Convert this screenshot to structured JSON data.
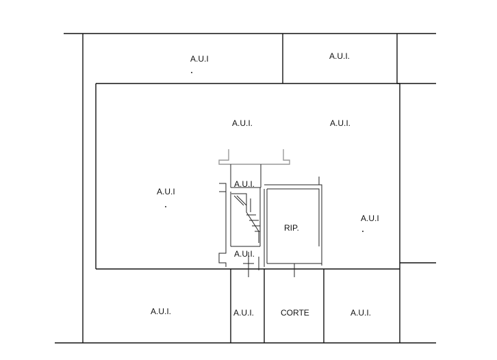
{
  "labels": {
    "aui_top_left": "A.U.I",
    "aui_top_right": "A.U.I.",
    "aui_mid_left": "A.U.I.",
    "aui_mid_right": "A.U.I.",
    "aui_left": "A.U.I",
    "aui_right": "A.U.I",
    "aui_stair": "A.U.I.",
    "rip": "RIP.",
    "aui_lower_center": "A.U.I.",
    "aui_bottom_left": "A.U.I.",
    "aui_bottom_center": "A.U.I.",
    "corte": "CORTE",
    "aui_bottom_right": "A.U.I."
  }
}
